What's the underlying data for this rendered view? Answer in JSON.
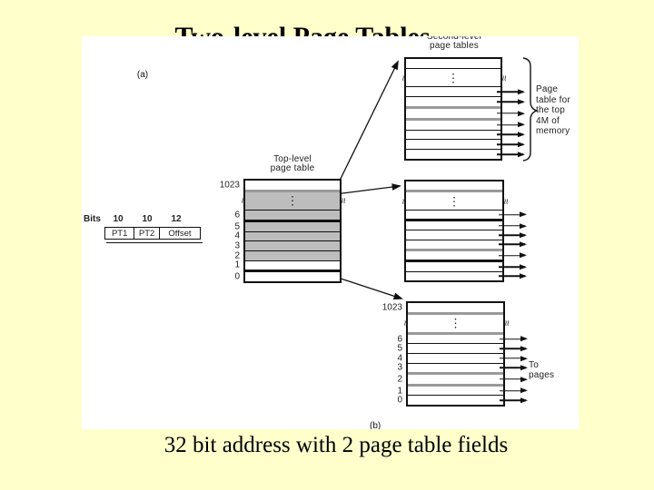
{
  "slide": {
    "title": "Two-level Page Tables",
    "caption": "32 bit address with 2 page table fields",
    "background": "#FFFFCC"
  },
  "diagram": {
    "labels": {
      "second_level": [
        "Second-level",
        "page tables"
      ],
      "top_level": [
        "Top-level",
        "page table"
      ],
      "page_table_top_4m": [
        "Page",
        "table for",
        "the top",
        "4M of",
        "memory"
      ],
      "to_pages": [
        "To",
        "pages"
      ],
      "part_a": "(a)",
      "part_b": "(b)"
    },
    "address": {
      "bits_label": "Bits",
      "widths": [
        "10",
        "10",
        "12"
      ],
      "fields": [
        "PT1",
        "PT2",
        "Offset"
      ]
    },
    "ellipsis": "⋮",
    "break_mark": "≈",
    "colors": {
      "row_gray": "#BDBDBD",
      "line_gray": "#9A9A9A",
      "ink": "#111111"
    },
    "tables": {
      "top_level": {
        "rows": [
          {
            "label": "1023",
            "fill": "white"
          },
          {
            "type": "break",
            "fill": "gray",
            "top": "gray"
          },
          {
            "label": "6",
            "fill": "gray",
            "top": "thin"
          },
          {
            "label": "5",
            "fill": "gray",
            "top": "thick"
          },
          {
            "label": "4",
            "fill": "gray",
            "top": "thin"
          },
          {
            "label": "3",
            "fill": "gray",
            "top": "thin"
          },
          {
            "label": "2",
            "fill": "gray",
            "top": "thin"
          },
          {
            "label": "1",
            "fill": "white",
            "top": "thin"
          },
          {
            "label": "0",
            "fill": "white",
            "top": "thick"
          }
        ]
      },
      "second_level_top": {
        "rows": [
          {
            "fill": "white"
          },
          {
            "type": "break",
            "fill": "white",
            "top": "thin"
          },
          {
            "arrow": true,
            "top": "thin"
          },
          {
            "arrow": true,
            "top": "thin"
          },
          {
            "arrow": true,
            "top": "gray"
          },
          {
            "arrow": true,
            "top": "gray"
          },
          {
            "arrow": true,
            "top": "thin"
          },
          {
            "arrow": true,
            "top": "thin"
          },
          {
            "arrow": true,
            "top": "thin"
          }
        ]
      },
      "second_level_mid": {
        "rows": [
          {
            "fill": "white"
          },
          {
            "type": "break",
            "fill": "white",
            "top": "gray"
          },
          {
            "arrow": true,
            "top": "thin"
          },
          {
            "arrow": true,
            "top": "thick"
          },
          {
            "arrow": true,
            "top": "thin"
          },
          {
            "arrow": true,
            "top": "thin"
          },
          {
            "arrow": true,
            "top": "gray"
          },
          {
            "arrow": true,
            "top": "thick"
          },
          {
            "arrow": true,
            "top": "thin"
          }
        ]
      },
      "second_level_bottom": {
        "rows": [
          {
            "label": "1023",
            "fill": "white"
          },
          {
            "type": "break",
            "fill": "white",
            "top": "gray"
          },
          {
            "label": "6",
            "arrow": true,
            "top": "gray"
          },
          {
            "label": "5",
            "arrow": true,
            "top": "thin"
          },
          {
            "label": "4",
            "arrow": true,
            "top": "thin"
          },
          {
            "label": "3",
            "arrow": true,
            "top": "thin"
          },
          {
            "label": "2",
            "arrow": true,
            "top": "gray"
          },
          {
            "label": "1",
            "arrow": true,
            "top": "gray"
          },
          {
            "label": "0",
            "arrow": true,
            "top": "thin"
          }
        ]
      }
    }
  }
}
